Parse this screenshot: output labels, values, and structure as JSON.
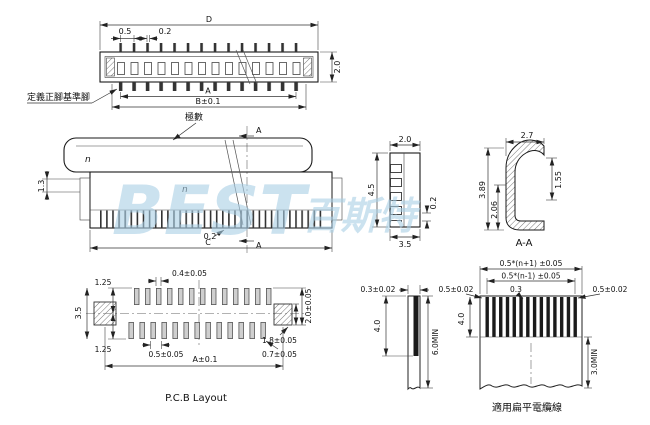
{
  "watermark": {
    "en": "BEST",
    "zh": "百斯特",
    "color": "#a9cfe6"
  },
  "top_view": {
    "dim_d": "D",
    "dim_pitch": "0.5",
    "dim_pin_width": "0.2",
    "dim_height": "2.0",
    "dim_a": "A",
    "dim_b": "B±0.1",
    "pin_note": "定義正腳基準腳"
  },
  "front_view": {
    "poles_note": "極數",
    "n_upper": "n",
    "n_lower": "n",
    "dim_side": "1.3",
    "dim_pin": "0.2",
    "dim_c": "C",
    "section_top": "A",
    "section_bottom": "A"
  },
  "side_view": {
    "dim_width": "2.0",
    "dim_height": "4.5",
    "dim_thickness": "0.2",
    "dim_depth": "3.5"
  },
  "section_aa": {
    "dim_top": "2.7",
    "dim_h1": "3.89",
    "dim_h2": "2.06",
    "dim_h3": "1.55",
    "label": "A-A"
  },
  "pcb_layout": {
    "dim_pad_width": "0.4±0.05",
    "dim_pad_length": "2.0±0.05",
    "dim_offset_top": "1.25",
    "dim_total": "3.5",
    "dim_offset_bottom": "1.25",
    "dim_pitch": "0.5±0.05",
    "dim_anchor_len": "1.8±0.05",
    "dim_anchor_w": "0.7±0.05",
    "dim_a": "A±0.1",
    "caption": "P.C.B Layout"
  },
  "cable": {
    "dim_overall": "0.5*(n+1) ±0.05",
    "dim_span": "0.5*(n-1) ±0.05",
    "dim_thickness": "0.3±0.02",
    "dim_strip_side": "4.0",
    "dim_min_len": "6.0MIN",
    "dim_margin": "0.5±0.02",
    "dim_cond_width": "0.3",
    "dim_pitch": "0.5±0.02",
    "dim_strip_front": "4.0",
    "dim_reinforce": "3.0MIN",
    "caption": "適用扁平電纜線"
  }
}
